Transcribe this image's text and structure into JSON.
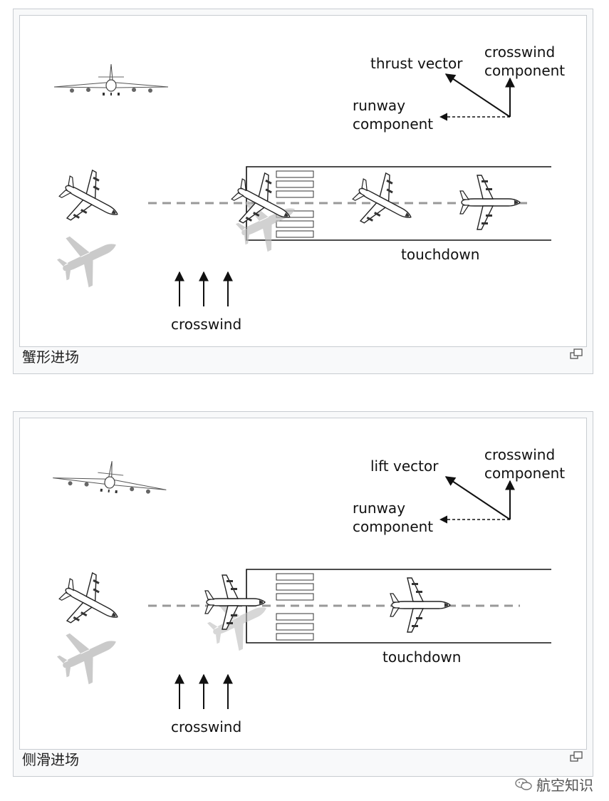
{
  "figures": [
    {
      "caption": "蟹形进场",
      "vector_label": "thrust vector",
      "crosswind_component_line1": "crosswind",
      "crosswind_component_line2": "component",
      "runway_component_line1": "runway",
      "runway_component_line2": "component",
      "touchdown_label": "touchdown",
      "crosswind_label": "crosswind"
    },
    {
      "caption": "侧滑进场",
      "vector_label": "lift vector",
      "crosswind_component_line1": "crosswind",
      "crosswind_component_line2": "component",
      "runway_component_line1": "runway",
      "runway_component_line2": "component",
      "touchdown_label": "touchdown",
      "crosswind_label": "crosswind"
    }
  ],
  "watermark": {
    "text": "航空知识",
    "icon": "wechat-icon"
  },
  "icons": {
    "magnify": "magnify-icon"
  }
}
